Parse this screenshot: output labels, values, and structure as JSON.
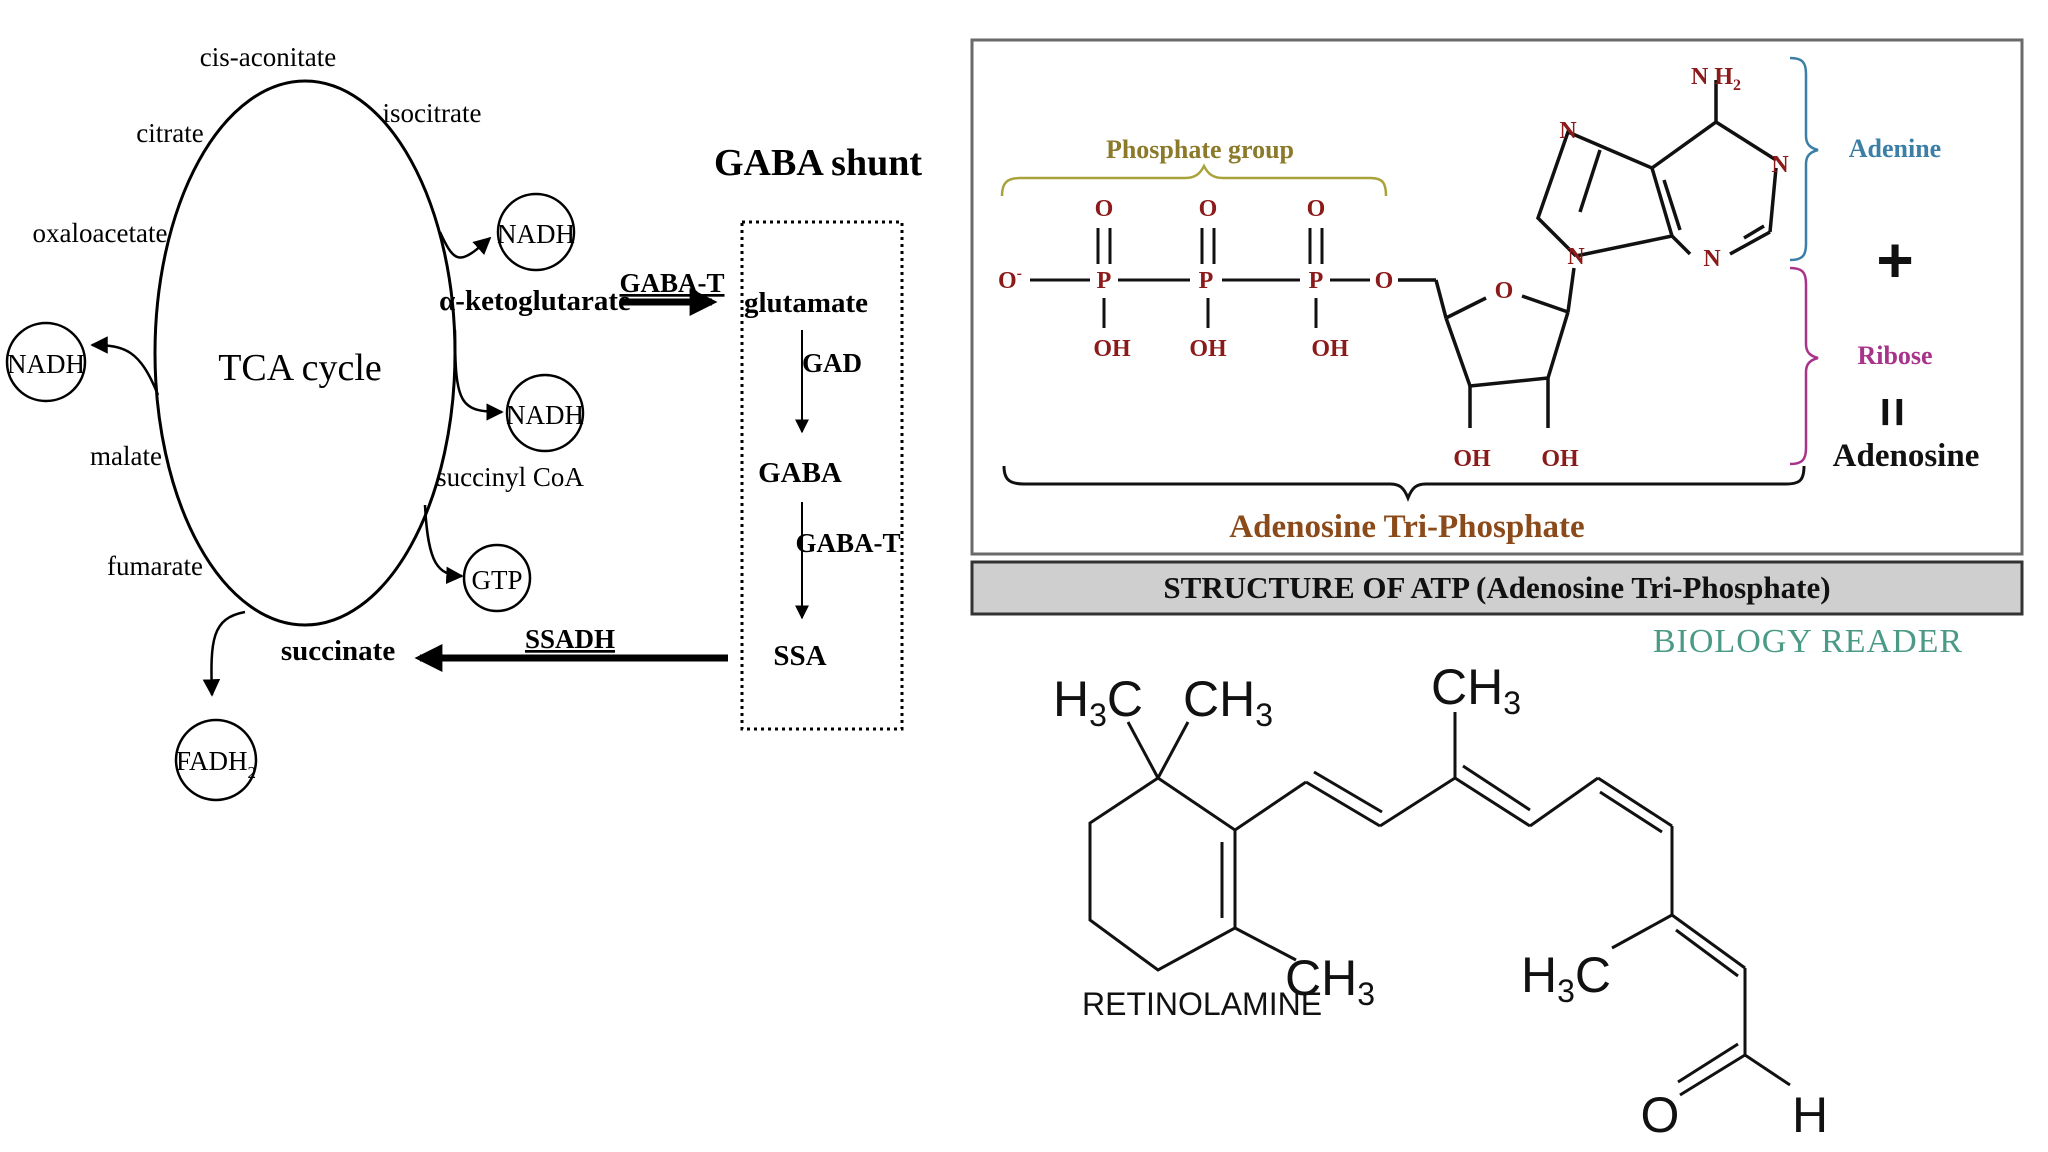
{
  "tca": {
    "cycle_label": "TCA cycle",
    "metabolites": {
      "cis_aconitate": "cis-aconitate",
      "citrate": "citrate",
      "isocitrate": "isocitrate",
      "oxaloacetate": "oxaloacetate",
      "alpha_ketoglutarate": "α-ketoglutarate",
      "succinyl_coa": "succinyl CoA",
      "malate": "malate",
      "fumarate": "fumarate",
      "succinate": "succinate"
    },
    "cofactors": {
      "nadh_isocitrate": "NADH",
      "nadh_akg": "NADH",
      "nadh_malate": "NADH",
      "gtp": "GTP",
      "fadh2_base": "FADH",
      "fadh2_sub": "2"
    },
    "arrow_labels": {
      "gaba_t_in": "GABA-T",
      "ssadh": "SSADH"
    }
  },
  "gaba_shunt": {
    "title": "GABA shunt",
    "steps": [
      "glutamate",
      "GABA",
      "SSA"
    ],
    "enzymes": [
      "GAD",
      "GABA-T"
    ]
  },
  "atp": {
    "phosphate_group_label": "Phosphate group",
    "adenine_label": "Adenine",
    "ribose_label": "Ribose",
    "plus": "+",
    "equals": "=",
    "adenosine_label": "Adenosine",
    "atp_brace_label": "Adenosine Tri-Phosphate",
    "caption": "STRUCTURE OF ATP (Adenosine Tri-Phosphate)",
    "watermark": "BIOLOGY READER",
    "atoms": {
      "oxygen": "O",
      "o_minus_base": "O",
      "o_minus_sup": "-",
      "phosphorus": "P",
      "hydroxyl": "OH",
      "nitrogen": "N",
      "nh2_base": "N H",
      "nh2_sub": "2"
    }
  },
  "retinal": {
    "caption": "RETINOLAMINE",
    "groups": {
      "h3c_base": "H",
      "h3c_sub": "3",
      "h3c_c": "C",
      "ch3_c": "CH",
      "ch3_sub": "3",
      "oxygen": "O",
      "hydrogen": "H"
    }
  },
  "colors": {
    "ink": "#000000",
    "phosphate_dark_red": "#8b1a1a",
    "phosphate_label": "#8a7a2a",
    "adenine_blue": "#3b7fa6",
    "ribose_magenta": "#a8338a",
    "atp_brace_label": "#8b4a1a",
    "caption_bg": "#cfcfcf",
    "watermark_teal": "#4a9a86"
  }
}
